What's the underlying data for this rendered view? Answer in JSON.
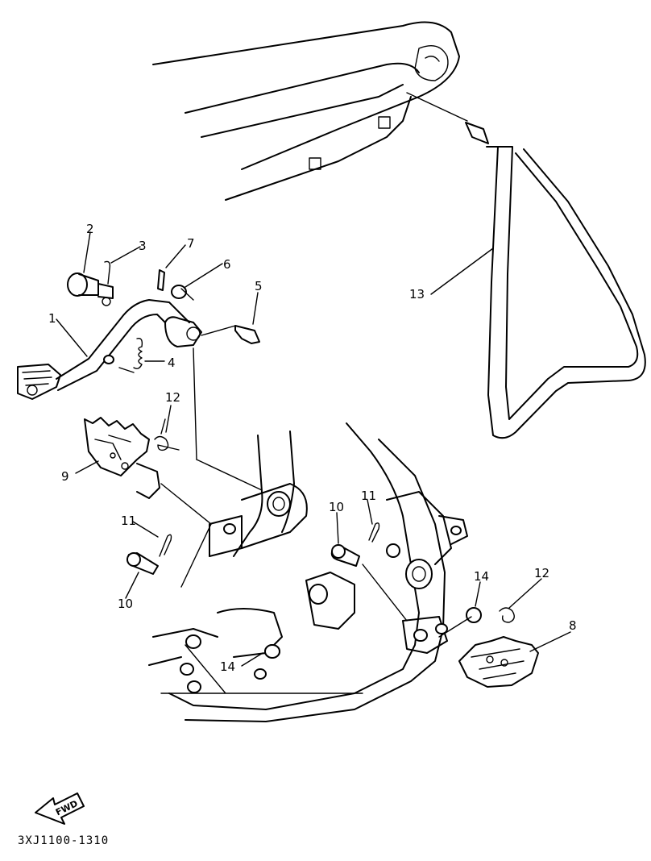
{
  "callouts": [
    {
      "id": "c1",
      "text": "1"
    },
    {
      "id": "c2",
      "text": "2"
    },
    {
      "id": "c3",
      "text": "3"
    },
    {
      "id": "c4",
      "text": "4"
    },
    {
      "id": "c5",
      "text": "5"
    },
    {
      "id": "c6",
      "text": "6"
    },
    {
      "id": "c7",
      "text": "7"
    },
    {
      "id": "c8",
      "text": "8"
    },
    {
      "id": "c9",
      "text": "9"
    },
    {
      "id": "c10a",
      "text": "10"
    },
    {
      "id": "c10b",
      "text": "10"
    },
    {
      "id": "c11a",
      "text": "11"
    },
    {
      "id": "c11b",
      "text": "11"
    },
    {
      "id": "c12a",
      "text": "12"
    },
    {
      "id": "c12b",
      "text": "12"
    },
    {
      "id": "c13",
      "text": "13"
    },
    {
      "id": "c14a",
      "text": "14"
    },
    {
      "id": "c14b",
      "text": "14"
    }
  ],
  "direction_badge": "FWD",
  "drawing_code": "3XJ1100-1310"
}
